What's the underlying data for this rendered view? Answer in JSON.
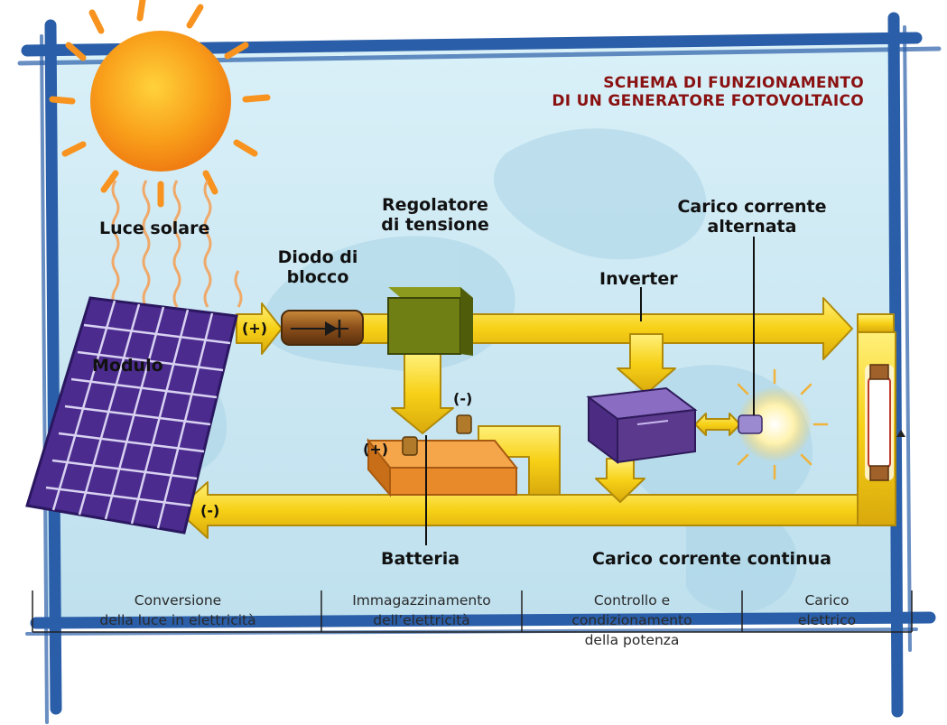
{
  "title": {
    "line1": "SCHEMA DI FUNZIONAMENTO",
    "line2": "DI UN GENERATORE FOTOVOLTAICO"
  },
  "labels": {
    "luce_solare": "Luce solare",
    "diodo_line1": "Diodo di",
    "diodo_line2": "blocco",
    "regolatore_line1": "Regolatore",
    "regolatore_line2": "di tensione",
    "carico_ca_line1": "Carico corrente",
    "carico_ca_line2": "alternata",
    "inverter": "Inverter",
    "modulo": "Modulo",
    "batteria": "Batteria",
    "carico_cc": "Carico corrente continua"
  },
  "signs": {
    "plus_module": "(+)",
    "minus_battery": "(-)",
    "plus_battery": "(+)",
    "minus_return": "(-)"
  },
  "phases": [
    {
      "line1": "Conversione",
      "line2": "della luce in elettricità",
      "line3": ""
    },
    {
      "line1": "Immagazzinamento",
      "line2": "dell’elettricità",
      "line3": ""
    },
    {
      "line1": "Controllo e",
      "line2": "condizionamento",
      "line3": "della potenza"
    },
    {
      "line1": "Carico",
      "line2": "elettrico",
      "line3": ""
    }
  ],
  "colors": {
    "frame": "#2a5ea8",
    "background": "#c9e6f2",
    "sun": "#f7931e",
    "arrow": "#f7d117",
    "module": "#4b2c8e",
    "regulator": "#6f7f13",
    "battery": "#e88a2a",
    "inverter": "#5b3a8e",
    "title": "#8a1111"
  }
}
